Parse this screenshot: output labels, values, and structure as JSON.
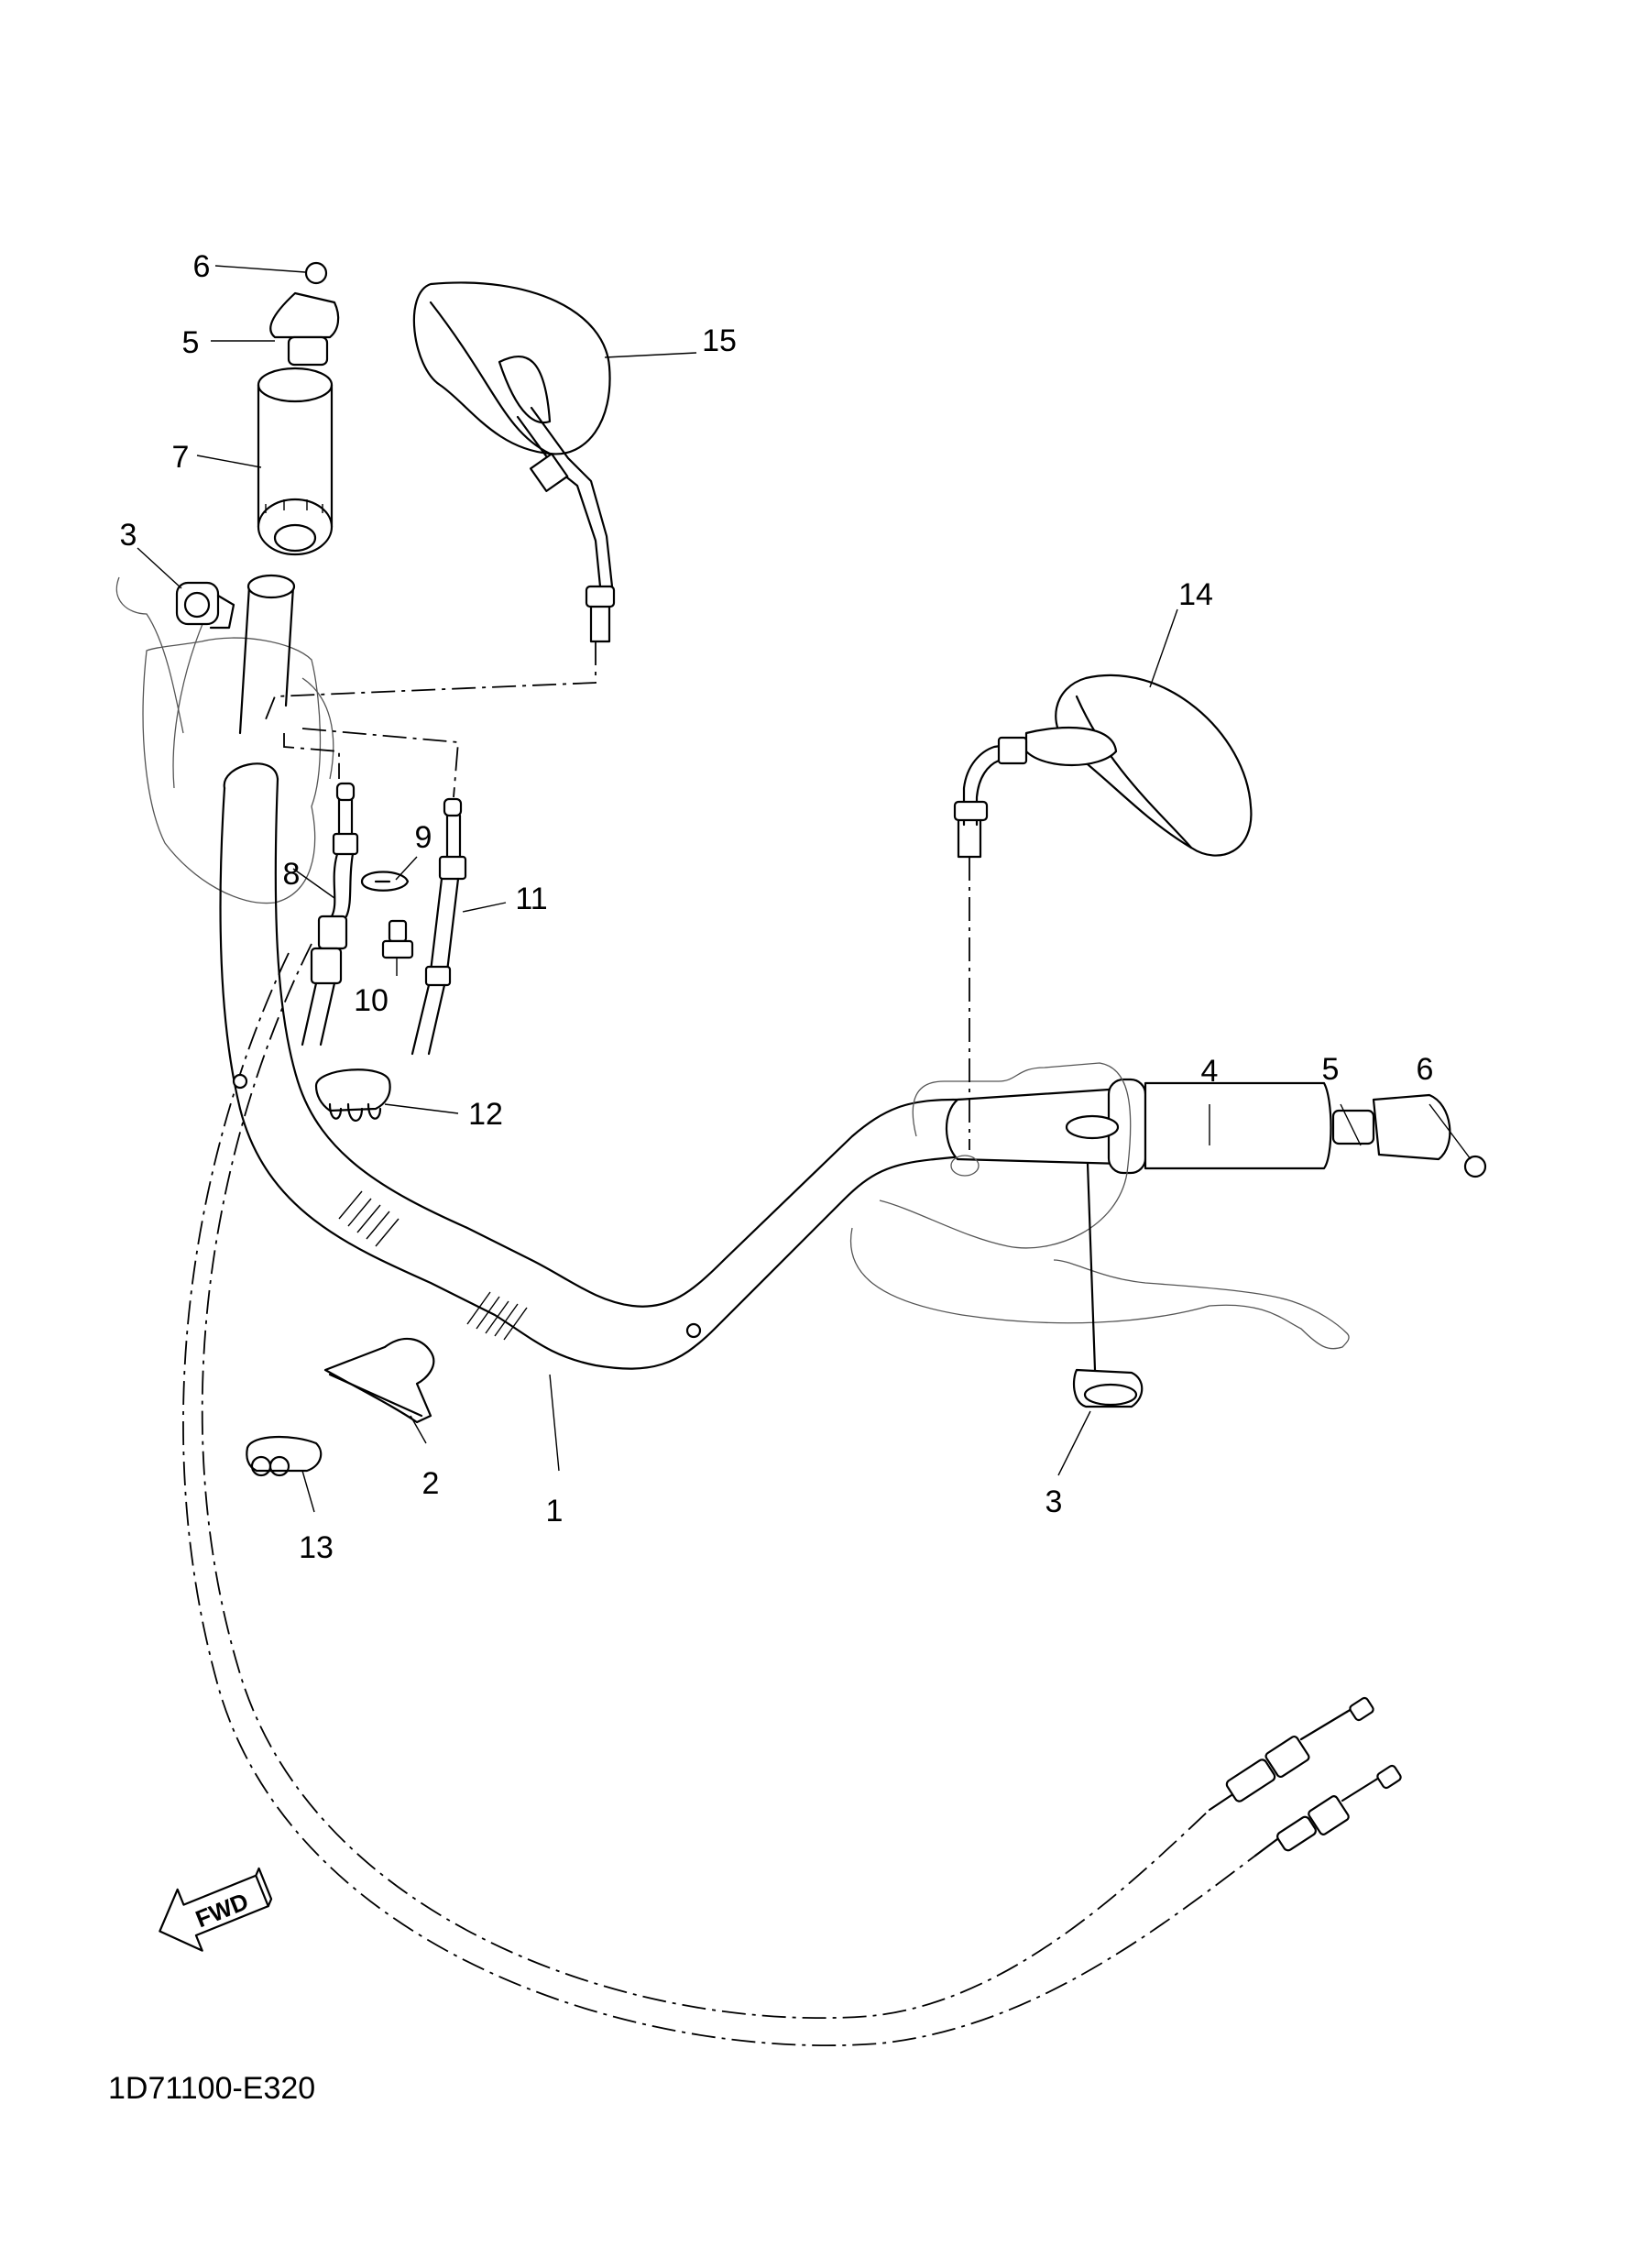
{
  "diagram": {
    "callouts": [
      {
        "id": "1",
        "label": "1"
      },
      {
        "id": "2",
        "label": "2"
      },
      {
        "id": "3a",
        "label": "3"
      },
      {
        "id": "3b",
        "label": "3"
      },
      {
        "id": "4",
        "label": "4"
      },
      {
        "id": "5a",
        "label": "5"
      },
      {
        "id": "5b",
        "label": "5"
      },
      {
        "id": "6a",
        "label": "6"
      },
      {
        "id": "6b",
        "label": "6"
      },
      {
        "id": "7",
        "label": "7"
      },
      {
        "id": "8",
        "label": "8"
      },
      {
        "id": "9",
        "label": "9"
      },
      {
        "id": "10",
        "label": "10"
      },
      {
        "id": "11",
        "label": "11"
      },
      {
        "id": "12",
        "label": "12"
      },
      {
        "id": "13",
        "label": "13"
      },
      {
        "id": "14",
        "label": "14"
      },
      {
        "id": "15",
        "label": "15"
      }
    ],
    "fwd_label": "FWD",
    "diagram_code": "1D71100-E320"
  }
}
